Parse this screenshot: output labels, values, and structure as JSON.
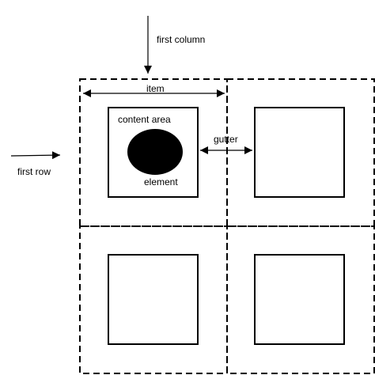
{
  "labels": {
    "first_column": "first column",
    "first_row": "first row",
    "item": "item",
    "content_area": "content area",
    "gutter": "gutter",
    "element": "element"
  },
  "colors": {
    "stroke": "#000000",
    "element_fill": "#000000",
    "background": "#ffffff"
  }
}
